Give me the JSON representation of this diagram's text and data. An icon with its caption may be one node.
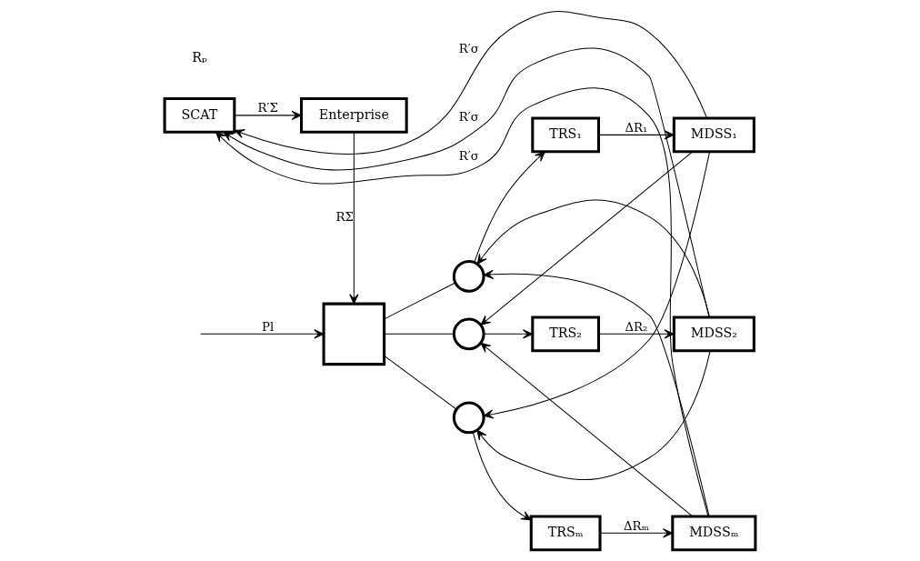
{
  "diagram": {
    "nodes": [
      {
        "text": [
          "SCAT"
        ]
      },
      {
        "text": [
          "Enterprise"
        ]
      },
      {
        "text": [],
        "shape": "box"
      },
      {
        "text": [
          "MDSS₁"
        ]
      },
      {
        "text": [
          "TRS₁"
        ]
      },
      {
        "text": [],
        "shape": "circle"
      },
      {
        "text": [
          "MDSS₂"
        ]
      },
      {
        "text": [
          "TRS₂"
        ]
      },
      {
        "text": [],
        "shape": "circle"
      },
      {
        "text": [
          "MDSSₘ"
        ]
      },
      {
        "text": [
          "TRSₘ"
        ]
      },
      {
        "text": [],
        "shape": "circle"
      }
    ],
    "edges": [
      {
        "from": 0,
        "to": 1,
        "arrow": "to",
        "label": "R′Σ"
      },
      {
        "from": 1,
        "to": 2,
        "arrow": "to",
        "label": "RΣ"
      },
      {
        "from": null,
        "to": 2,
        "arrow": "to",
        "label": "Pl"
      },
      {
        "from": 2,
        "to": 5,
        "arrow": "none"
      },
      {
        "from": 2,
        "to": 8,
        "arrow": "none"
      },
      {
        "from": 2,
        "to": 11,
        "arrow": "none"
      },
      {
        "from": 5,
        "to": 4,
        "arrow": "to"
      },
      {
        "from": 4,
        "to": 3,
        "arrow": "to",
        "label": "ΔR₁"
      },
      {
        "from": 3,
        "to": 0,
        "arrow": "to",
        "label": "R′σ"
      },
      {
        "from": 8,
        "to": 7,
        "arrow": "to"
      },
      {
        "from": 7,
        "to": 6,
        "arrow": "to",
        "label": "ΔR₂"
      },
      {
        "from": 6,
        "to": 0,
        "arrow": "to",
        "label": "R′σ"
      },
      {
        "from": 11,
        "to": 10,
        "arrow": "to"
      },
      {
        "from": 10,
        "to": 9,
        "arrow": "to",
        "label": "ΔRₘ"
      },
      {
        "from": 9,
        "to": 0,
        "arrow": "to",
        "label": "R′σ"
      },
      {
        "from": 3,
        "to": 8,
        "arrow": "to"
      },
      {
        "from": 3,
        "to": 11,
        "arrow": "to"
      },
      {
        "from": 6,
        "to": 5,
        "arrow": "to"
      },
      {
        "from": 6,
        "to": 11,
        "arrow": "to"
      },
      {
        "from": 9,
        "to": 5,
        "arrow": "to"
      },
      {
        "from": 9,
        "to": 8,
        "arrow": "to"
      }
    ],
    "labels": [
      "Rₚ"
    ]
  }
}
